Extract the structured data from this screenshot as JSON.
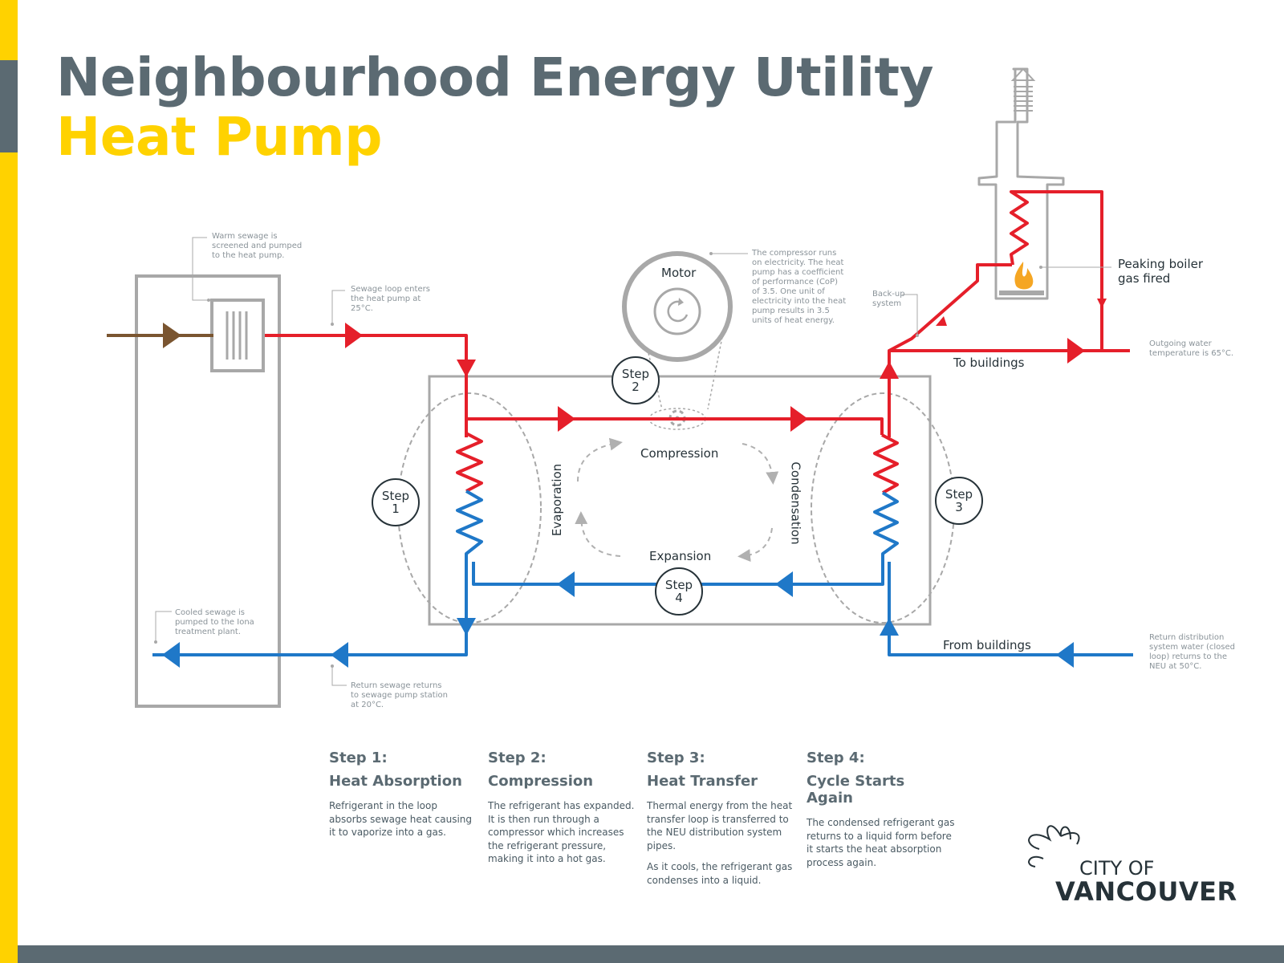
{
  "header": {
    "title": "Neighbourhood Energy Utility",
    "subtitle": "Heat Pump"
  },
  "colors": {
    "hot": "#e51f2a",
    "cold": "#1f78c8",
    "sewage_in": "#7a5530",
    "equipment": "#a8a8a8",
    "accent_yellow": "#ffd200",
    "slate": "#5b6a72"
  },
  "labels": {
    "motor": "Motor",
    "compression": "Compression",
    "expansion": "Expansion",
    "evaporation": "Evaporation",
    "condensation": "Condensation",
    "to_buildings": "To buildings",
    "from_buildings": "From buildings",
    "peaking_boiler": "Peaking boiler\ngas fired",
    "step1_circle": "Step\n1",
    "step2_circle": "Step\n2",
    "step3_circle": "Step\n3",
    "step4_circle": "Step\n4"
  },
  "notes": {
    "warm_sewage": "Warm sewage is screened and pumped to the heat pump.",
    "sewage_loop": "Sewage loop enters the heat pump at 25°C.",
    "compressor": "The compressor runs on electricity. The heat pump has a coefficient of performance (CoP) of 3.5. One unit of electricity into the heat pump results in 3.5 units of heat energy.",
    "backup": "Back-up system",
    "outgoing": "Outgoing water temperature is 65°C.",
    "cooled_sewage": "Cooled sewage is pumped to the Iona treatment plant.",
    "return_sewage": "Return sewage returns to sewage pump station at 20°C.",
    "return_distribution": "Return distribution system water (closed loop) returns to the NEU at 50°C."
  },
  "steps": [
    {
      "number": "Step 1:",
      "name": "Heat Absorption",
      "description": "Refrigerant in the loop absorbs sewage heat causing it to vaporize into a gas.",
      "description2": ""
    },
    {
      "number": "Step 2:",
      "name": "Compression",
      "description": "The refrigerant has expanded. It is then run through a compressor which increases the refrigerant pressure, making it into a hot gas.",
      "description2": ""
    },
    {
      "number": "Step 3:",
      "name": "Heat Transfer",
      "description": "Thermal energy from the heat transfer loop is transferred to the NEU distribution system pipes.",
      "description2": "As it cools, the refrigerant gas condenses into a liquid."
    },
    {
      "number": "Step 4:",
      "name": "Cycle Starts Again",
      "description": "The condensed refrigerant gas returns to a liquid form before it starts the heat absorption process again.",
      "description2": ""
    }
  ],
  "logo": {
    "line1": "CITY OF",
    "line2": "VANCOUVER"
  }
}
